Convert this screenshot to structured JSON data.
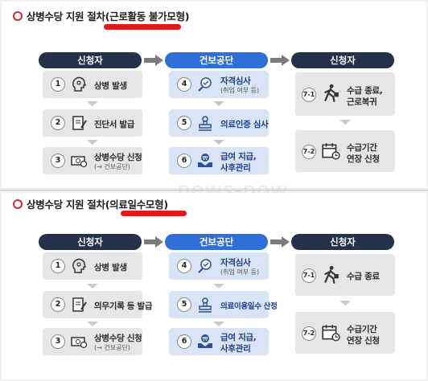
{
  "watermark": "news-now",
  "panels": [
    {
      "title_prefix": "상병수당 지원 절차",
      "title_highlight": "(근로활동 불가모형)",
      "headers": [
        "신청자",
        "건보공단",
        "신청자"
      ],
      "col1": [
        {
          "num": "1",
          "label": "상병 발생",
          "sub": "",
          "icon": "head-icon"
        },
        {
          "num": "2",
          "label": "진단서 발급",
          "sub": "",
          "icon": "document-icon"
        },
        {
          "num": "3",
          "label": "상병수당 신청",
          "sub": "(→ 건보공단)",
          "icon": "money-icon"
        }
      ],
      "col2": [
        {
          "num": "4",
          "label": "자격심사",
          "sub": "(취업 여부 등)",
          "icon": "magnifier-icon"
        },
        {
          "num": "5",
          "label": "의료인증 심사",
          "sub": "",
          "icon": "stamp-icon"
        },
        {
          "num": "6",
          "label": "급여 지급,",
          "label2": "사후관리",
          "sub": "",
          "icon": "hand-coin-icon"
        }
      ],
      "col3": [
        {
          "num": "7-1",
          "label": "수급 종료,",
          "label2": "근로복귀",
          "icon": "walking-person-icon"
        },
        {
          "num": "7-2",
          "label": "수급기간",
          "label2": "연장 신청",
          "icon": "calendar-icon"
        }
      ]
    },
    {
      "title_prefix": "상병수당 지원 절차",
      "title_highlight": "(의료일수모형)",
      "headers": [
        "신청자",
        "건보공단",
        "신청자"
      ],
      "col1": [
        {
          "num": "1",
          "label": "상병 발생",
          "sub": "",
          "icon": "head-icon"
        },
        {
          "num": "2",
          "label": "의무기록 등 발급",
          "sub": "",
          "icon": "document-icon"
        },
        {
          "num": "3",
          "label": "상병수당 신청",
          "sub": "(→ 건보공단)",
          "icon": "money-icon"
        }
      ],
      "col2": [
        {
          "num": "4",
          "label": "자격심사",
          "sub": "(취업 여부 등)",
          "icon": "magnifier-icon"
        },
        {
          "num": "5",
          "label": "의료이용일수 산정",
          "sub": "",
          "icon": "stamp-icon"
        },
        {
          "num": "6",
          "label": "급여 지급,",
          "label2": "사후관리",
          "sub": "",
          "icon": "hand-coin-icon"
        }
      ],
      "col3": [
        {
          "num": "7-1",
          "label": "수급 종료",
          "label2": "",
          "icon": "walking-person-icon"
        },
        {
          "num": "7-2",
          "label": "수급기간",
          "label2": "연장 신청",
          "icon": "calendar-icon"
        }
      ]
    }
  ]
}
